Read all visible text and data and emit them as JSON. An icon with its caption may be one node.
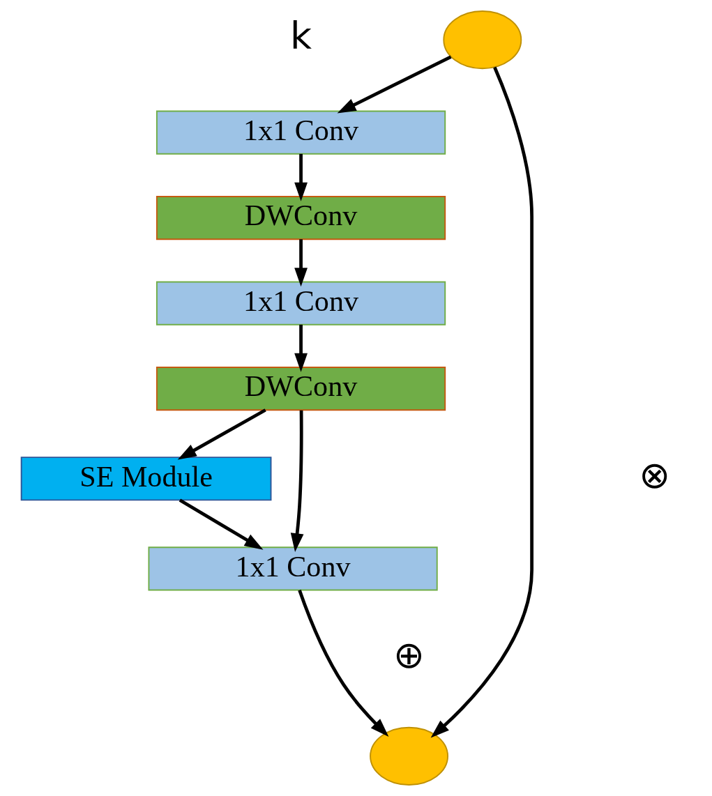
{
  "diagram": {
    "nodes": [
      {
        "text": [],
        "shape": "circle"
      },
      {
        "text": [
          "1x1 Conv"
        ]
      },
      {
        "text": [
          "DWConv"
        ]
      },
      {
        "text": [
          "1x1 Conv"
        ]
      },
      {
        "text": [
          "DWConv"
        ]
      },
      {
        "text": [
          "SE Module"
        ]
      },
      {
        "text": [
          "1x1 Conv"
        ]
      },
      {
        "text": [],
        "shape": "circle"
      }
    ],
    "edges": [
      {
        "from": 0,
        "to": 1,
        "arrow": "to"
      },
      {
        "from": 1,
        "to": 2,
        "arrow": "to"
      },
      {
        "from": 2,
        "to": 3,
        "arrow": "to"
      },
      {
        "from": 3,
        "to": 4,
        "arrow": "to"
      },
      {
        "from": 4,
        "to": 5,
        "arrow": "to"
      },
      {
        "from": 4,
        "to": 6,
        "arrow": "to"
      },
      {
        "from": 5,
        "to": 6,
        "arrow": "to"
      },
      {
        "from": 6,
        "to": 7,
        "arrow": "to"
      },
      {
        "from": 0,
        "to": 7,
        "arrow": "to"
      }
    ],
    "labels": [
      "k",
      "⊗",
      "⊕"
    ]
  }
}
